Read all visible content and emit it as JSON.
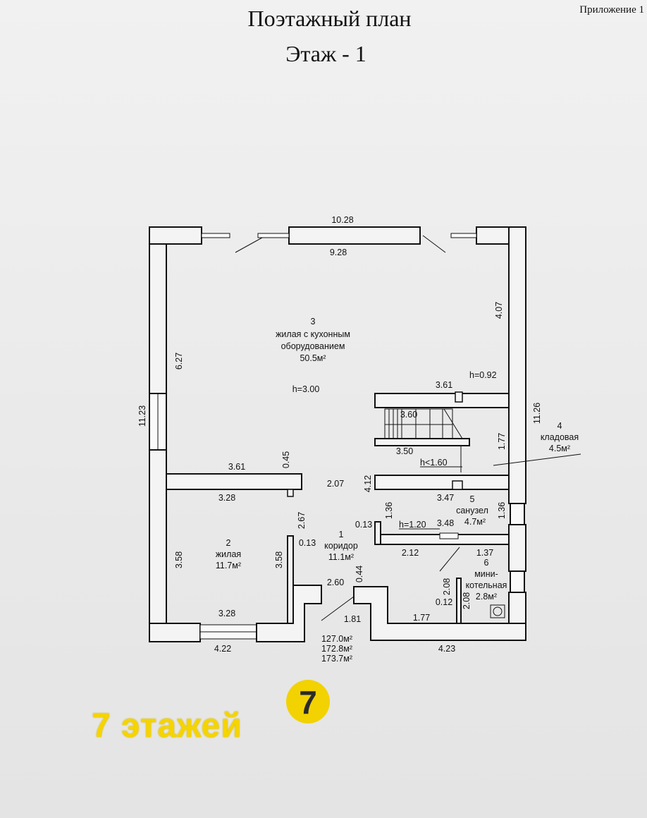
{
  "header": {
    "appendix": "Приложение 1",
    "title": "Поэтажный план",
    "floor": "Этаж - 1"
  },
  "rooms": {
    "r3": {
      "number": "3",
      "name_line1": "жилая с кухонным",
      "name_line2": "оборудованием",
      "area": "50.5м²",
      "height": "h=3.00"
    },
    "r2": {
      "number": "2",
      "name": "жилая",
      "area": "11.7м²"
    },
    "r1": {
      "number": "1",
      "name": "коридор",
      "area": "11.1м²"
    },
    "r4": {
      "number": "4",
      "name": "кладовая",
      "area": "4.5м²"
    },
    "r5": {
      "number": "5",
      "name": "санузел",
      "area": "4.7м²"
    },
    "r6": {
      "number": "6",
      "name_line1": "мини-",
      "name_line2": "котельная",
      "area": "2.8м²"
    }
  },
  "dimensions": {
    "top_outer": "10.28",
    "top_inner": "9.28",
    "left_outer": "11.23",
    "right_outer": "11.26",
    "left_room3": "6.27",
    "right_room3": "4.07",
    "h092": "h=0.92",
    "stair_top": "3.61",
    "stair_inner": "3.60",
    "stair_bottom": "3.50",
    "stor_height": "1.77",
    "h160": "h<1.60",
    "wall_361": "3.61",
    "wall_045": "0.45",
    "mid_207": "2.07",
    "mid_412": "4.12",
    "room2_top": "3.28",
    "room2_left": "3.58",
    "room2_right": "3.58",
    "room2_bottom": "3.28",
    "corr_267": "2.67",
    "corr_013a": "0.13",
    "bath_347": "3.47",
    "bath_136a": "1.36",
    "bath_136b": "1.36",
    "bath_013": "0.13",
    "h120": "h=1.20",
    "bath_348": "3.48",
    "boiler_212": "2.12",
    "boiler_137": "1.37",
    "corr_044": "0.44",
    "corr_260": "2.60",
    "boiler_208a": "2.08",
    "boiler_208b": "2.08",
    "boiler_012": "0.12",
    "bottom_181": "1.81",
    "bottom_177": "1.77",
    "bottom_422": "4.22",
    "bottom_423": "4.23"
  },
  "totals": [
    "127.0м²",
    "172.8м²",
    "173.7м²"
  ],
  "watermark": {
    "text": "7 этажей",
    "logo_digit": "7",
    "text_color": "#f5d400",
    "logo_color": "#f2d200"
  }
}
